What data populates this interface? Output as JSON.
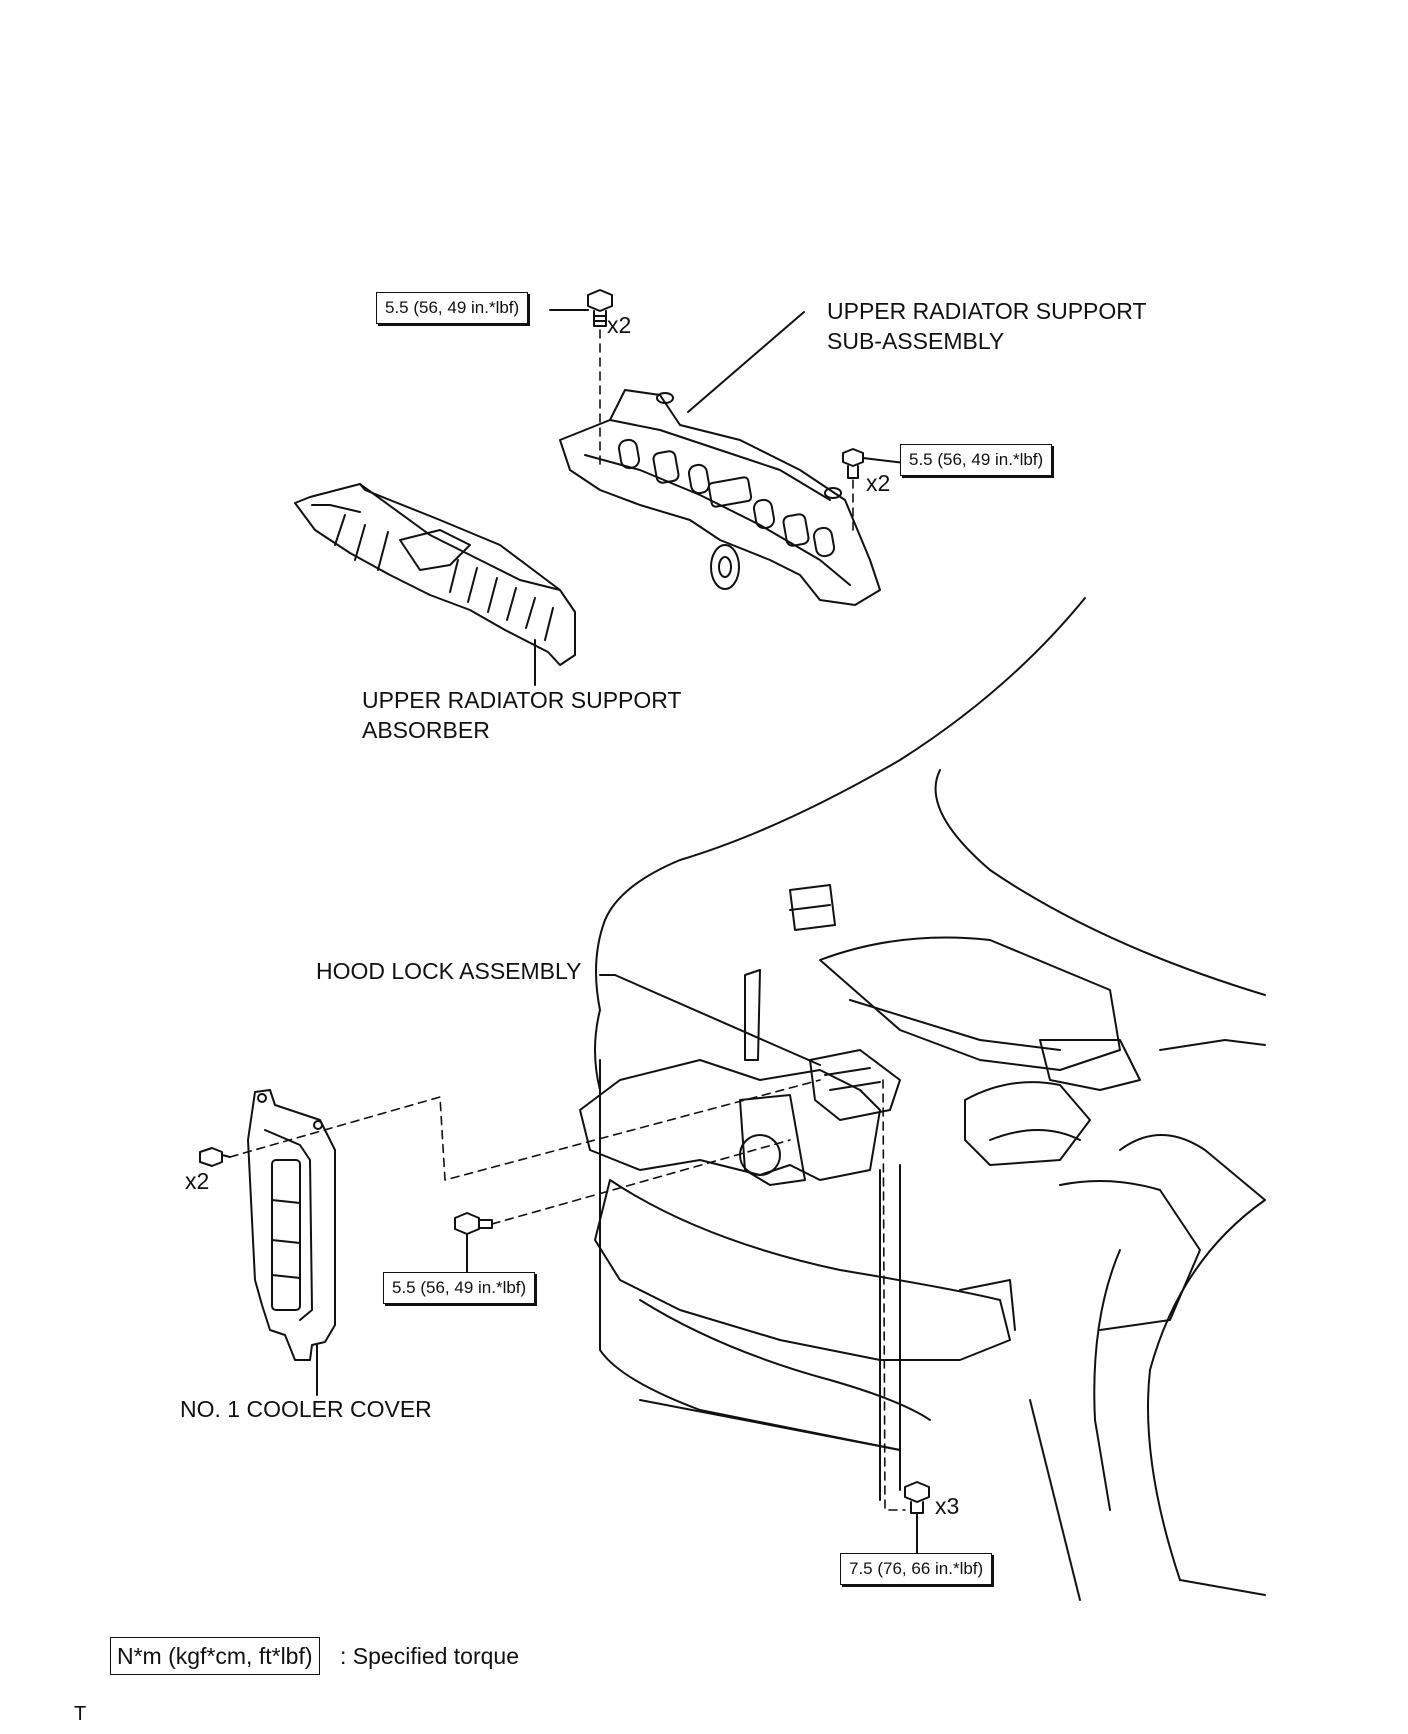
{
  "labels": {
    "upper_support_line1": "UPPER RADIATOR SUPPORT",
    "upper_support_line2": "SUB-ASSEMBLY",
    "absorber_line1": "UPPER RADIATOR SUPPORT",
    "absorber_line2": "ABSORBER",
    "hood_lock": "HOOD LOCK ASSEMBLY",
    "cooler_cover": "NO. 1 COOLER COVER"
  },
  "torques": {
    "upper_left": "5.5 (56, 49 in.*lbf)",
    "upper_right": "5.5 (56, 49 in.*lbf)",
    "hood_lock_bolt": "5.5 (56, 49 in.*lbf)",
    "lower_bolts": "7.5 (76, 66 in.*lbf)"
  },
  "quantities": {
    "upper_left": "x2",
    "upper_right": "x2",
    "cooler_clips": "x2",
    "lower_bolts": "x3"
  },
  "legend": {
    "unit": "N*m (kgf*cm, ft*lbf)",
    "text": ": Specified torque"
  },
  "corner_mark": "T"
}
